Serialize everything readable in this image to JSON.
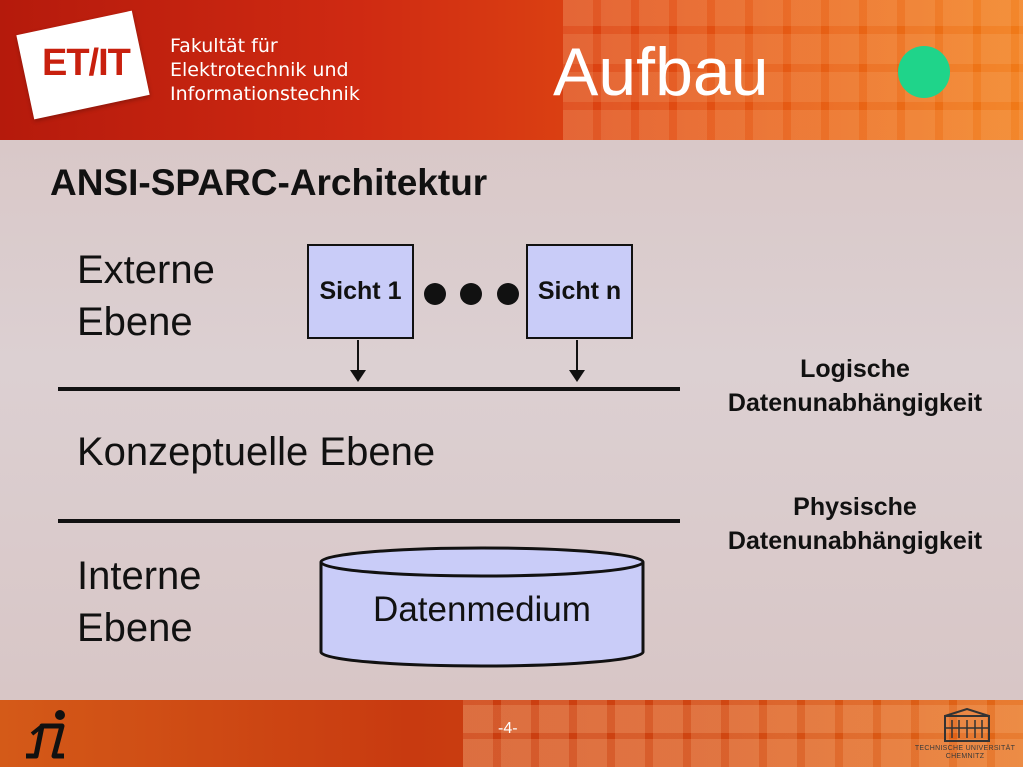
{
  "header": {
    "logo_text": "ET/IT",
    "faculty_lines": [
      "Fakultät für",
      "Elektrotechnik und",
      "Informationstechnik"
    ],
    "title": "Aufbau",
    "accent_color": "#1fd48a"
  },
  "main": {
    "subtitle": "ANSI-SPARC-Architektur",
    "levels": {
      "external": [
        "Externe",
        "Ebene"
      ],
      "conceptual": "Konzeptuelle Ebene",
      "internal": [
        "Interne",
        "Ebene"
      ]
    },
    "views": [
      "Sicht 1",
      "Sicht n"
    ],
    "storage": "Datenmedium",
    "independence": {
      "logical": [
        "Logische",
        "Datenunabhängigkeit"
      ],
      "physical": [
        "Physische",
        "Datenunabhängigkeit"
      ]
    },
    "box_color": "#c9ccf8"
  },
  "footer": {
    "page": "-4-",
    "university": [
      "TECHNISCHE UNIVERSITÄT",
      "CHEMNITZ"
    ]
  }
}
